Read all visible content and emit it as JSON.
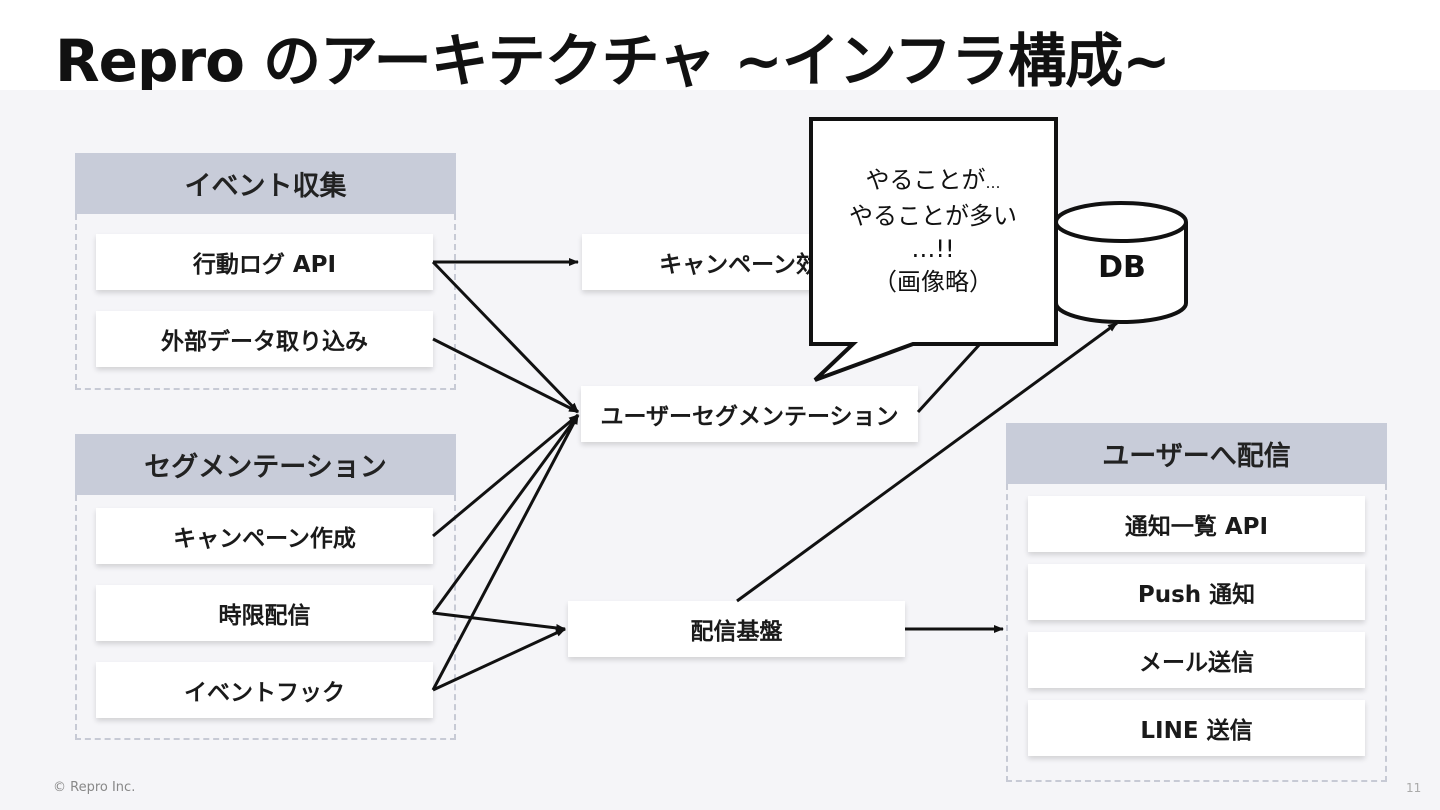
{
  "slide": {
    "title": "Repro のアーキテクチャ ~インフラ構成~",
    "copyright": "© Repro Inc.",
    "page_number": "11"
  },
  "groups": {
    "event_collection": {
      "title": "イベント収集",
      "items": [
        "行動ログ API",
        "外部データ取り込み"
      ]
    },
    "segmentation": {
      "title": "セグメンテーション",
      "items": [
        "キャンペーン作成",
        "時限配信",
        "イベントフック"
      ]
    },
    "delivery": {
      "title": "ユーザーへ配信",
      "items": [
        "通知一覧 API",
        "Push 通知",
        "メール送信",
        "LINE 送信"
      ]
    }
  },
  "middle": {
    "campaign_effect": "キャンペーン効果",
    "user_segmentation": "ユーザーセグメンテーション",
    "delivery_platform": "配信基盤"
  },
  "bubble": {
    "line1": "やることが",
    "line1_suffix": "…",
    "line2": "やることが多い",
    "line3": "…!!",
    "line4": "（画像略）"
  },
  "db": {
    "label": "DB"
  }
}
